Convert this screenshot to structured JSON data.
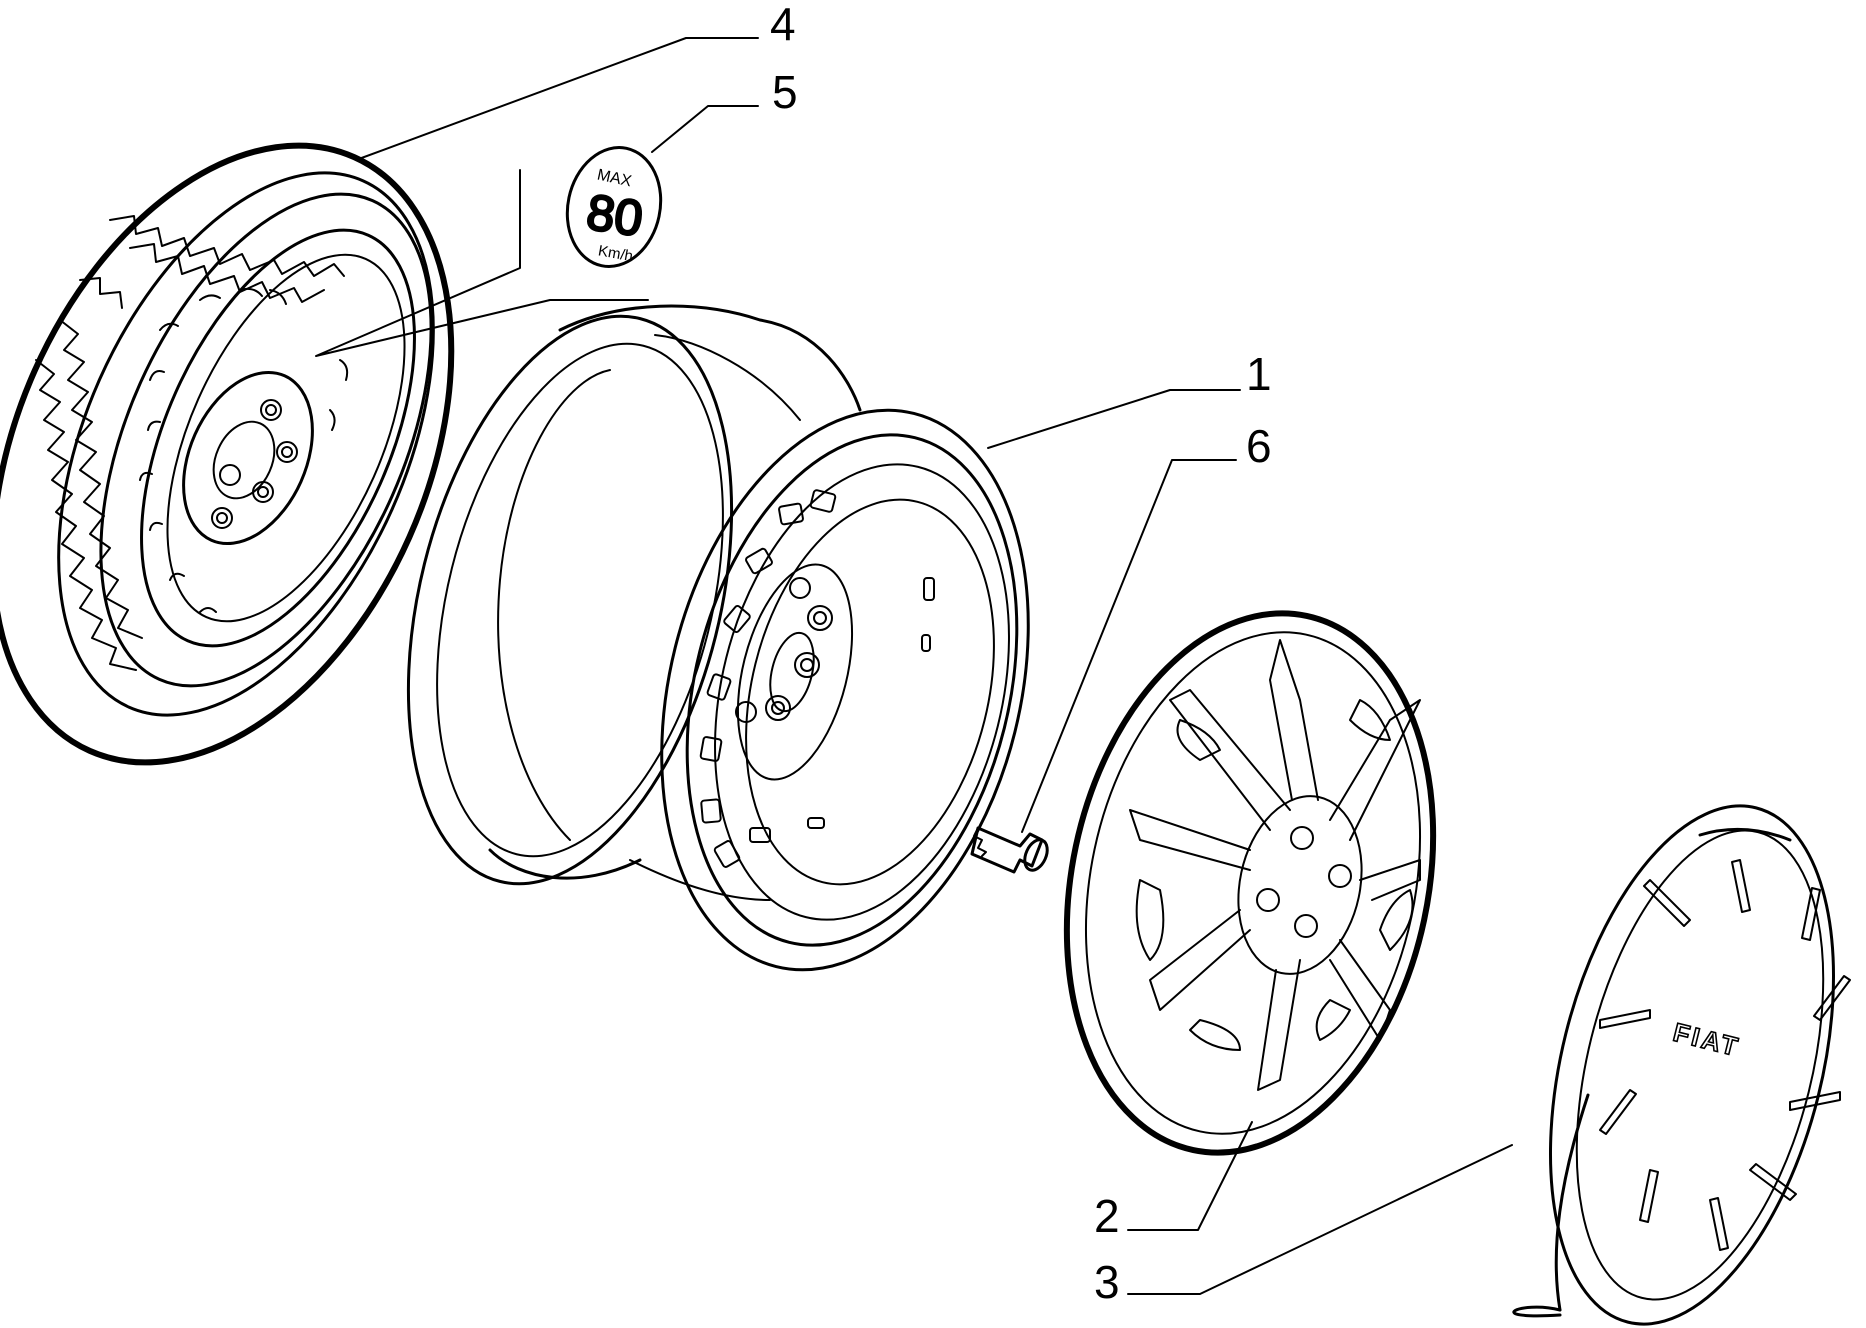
{
  "diagram": {
    "callouts": [
      {
        "id": "1",
        "label": "1"
      },
      {
        "id": "2",
        "label": "2"
      },
      {
        "id": "3",
        "label": "3"
      },
      {
        "id": "4",
        "label": "4"
      },
      {
        "id": "5",
        "label": "5"
      },
      {
        "id": "6",
        "label": "6"
      }
    ],
    "speed_sticker": {
      "line1": "MAX",
      "value": "80",
      "unit": "Km/h"
    },
    "hubcap_logo": "FIAT"
  }
}
